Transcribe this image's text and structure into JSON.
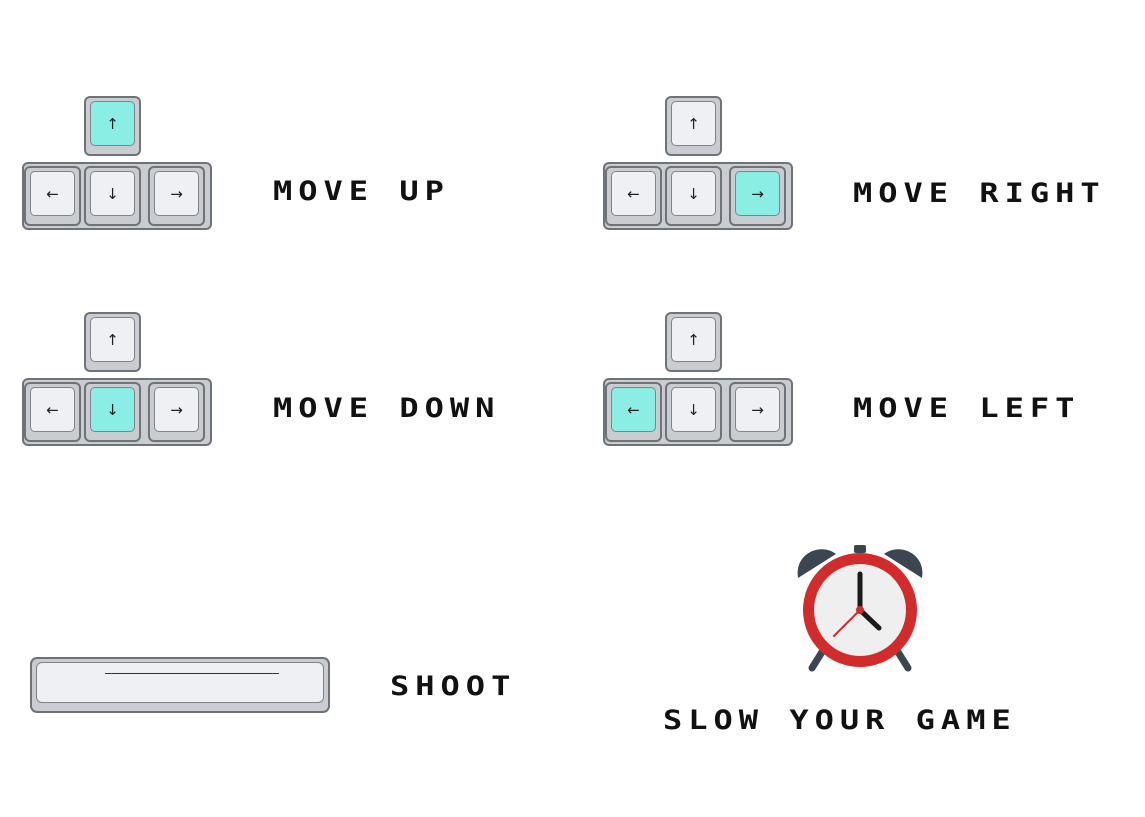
{
  "colors": {
    "active_key": "#8aeee4",
    "clock_red": "#d12b2b",
    "clock_bells": "#3b4650"
  },
  "controls": {
    "move_up": {
      "label": "MOVE UP",
      "active_key": "up",
      "keys": {
        "up": "↑",
        "left": "←",
        "down": "↓",
        "right": "→"
      }
    },
    "move_right": {
      "label": "MOVE RIGHT",
      "active_key": "right",
      "keys": {
        "up": "↑",
        "left": "←",
        "down": "↓",
        "right": "→"
      }
    },
    "move_down": {
      "label": "MOVE DOWN",
      "active_key": "down",
      "keys": {
        "up": "↑",
        "left": "←",
        "down": "↓",
        "right": "→"
      }
    },
    "move_left": {
      "label": "MOVE LEFT",
      "active_key": "left",
      "keys": {
        "up": "↑",
        "left": "←",
        "down": "↓",
        "right": "→"
      }
    },
    "shoot": {
      "label": "SHOOT",
      "icon": "spacebar-key-icon"
    },
    "slow": {
      "label": "SLOW YOUR GAME",
      "icon": "alarm-clock-icon"
    }
  }
}
